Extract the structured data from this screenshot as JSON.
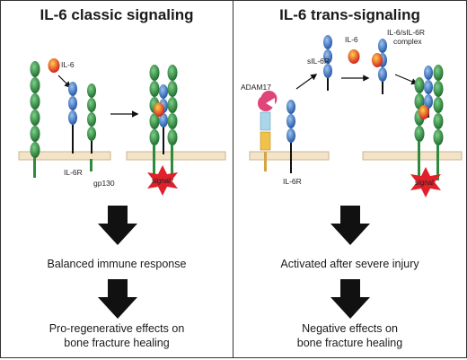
{
  "left": {
    "title": "IL-6 classic signaling",
    "labels": {
      "il6": "IL-6",
      "il6r": "IL-6R",
      "gp130": "gp130",
      "signal": "signal"
    },
    "outcome": "Balanced immune response",
    "effect_line1": "Pro-regenerative effects on",
    "effect_line2": "bone fracture healing"
  },
  "right": {
    "title": "IL-6 trans-signaling",
    "labels": {
      "adam17": "ADAM17",
      "sil6r": "sIL-6R",
      "il6": "IL-6",
      "complex_line1": "IL-6/sIL-6R",
      "complex_line2": "complex",
      "il6r": "IL-6R",
      "signal": "signal"
    },
    "outcome": "Activated after severe injury",
    "effect_line1": "Negative effects on",
    "effect_line2": "bone fracture healing"
  },
  "colors": {
    "gp130": "#2e8b3e",
    "il6r": "#3a74c4",
    "il6": "#e8561c",
    "signal": "#e0202a",
    "membrane": "#f3e4c8",
    "adam17_head": "#e0457a"
  }
}
